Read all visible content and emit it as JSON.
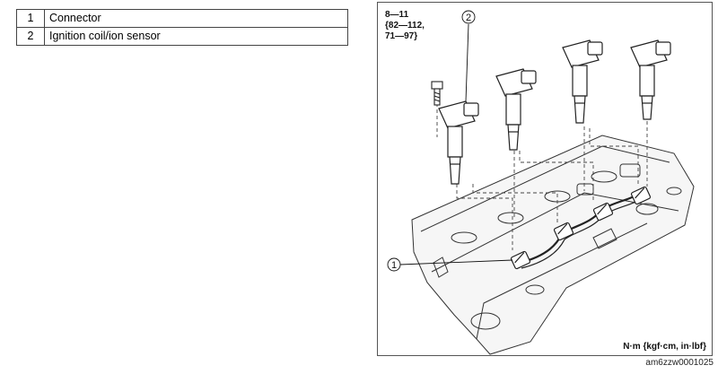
{
  "parts_legend": [
    {
      "number": "1",
      "name": "Connector"
    },
    {
      "number": "2",
      "name": "Ignition coil/ion sensor"
    }
  ],
  "figure": {
    "torque_spec": {
      "line1": "8—11",
      "line2": "{82—112,",
      "line3": "71—97}"
    },
    "callouts": {
      "coil": "2",
      "connector": "1"
    },
    "unit_note": "N·m {kgf·cm, in·lbf}",
    "figure_code": "am6zzw0001025"
  }
}
